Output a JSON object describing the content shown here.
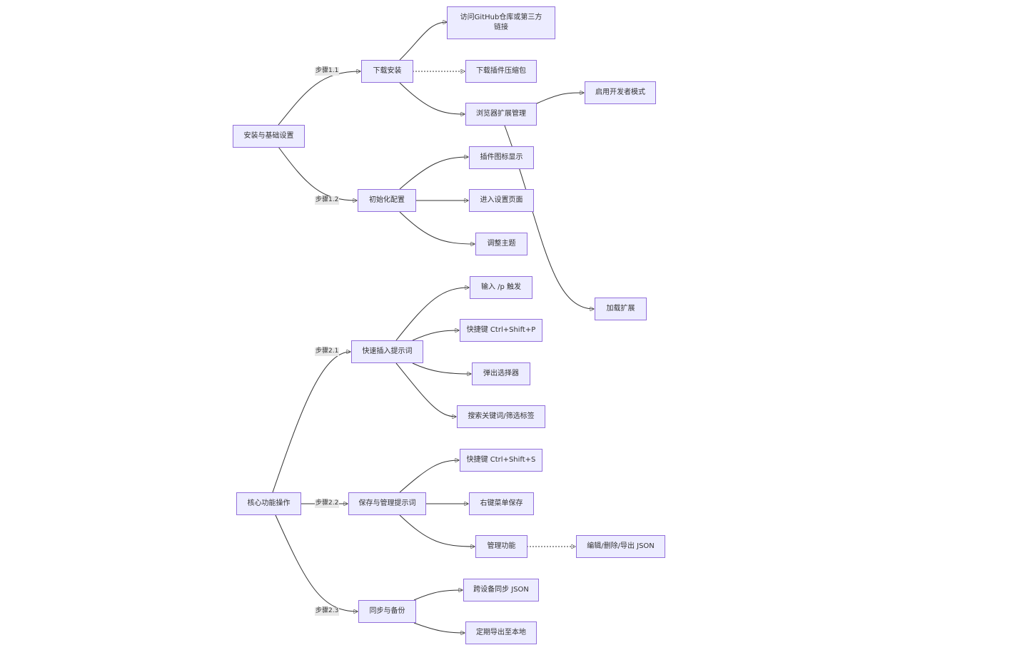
{
  "nodes": {
    "root1": "安装与基础设置",
    "root2": "核心功能操作",
    "download": "下载安装",
    "init": "初始化配置",
    "github": "访问GitHub仓库或第三方链接",
    "zip": "下载插件压缩包",
    "extmgr": "浏览器扩展管理",
    "devmode": "启用开发者模式",
    "loadext": "加载扩展",
    "icon": "插件图标显示",
    "settings": "进入设置页面",
    "theme": "调整主题",
    "quick": "快速插入提示词",
    "save": "保存与管理提示词",
    "sync": "同步与备份",
    "typep": "输入 /p 触发",
    "ctrlp": "快捷键 Ctrl+Shift+P",
    "picker": "弹出选择器",
    "search": "搜索关键词/筛选标签",
    "ctrls": "快捷键 Ctrl+Shift+S",
    "rclick": "右键菜单保存",
    "manage": "管理功能",
    "edit": "编辑/删除/导出 JSON",
    "xsync": "跨设备同步 JSON",
    "export": "定期导出至本地"
  },
  "edge_labels": {
    "s11": "步骤1.1",
    "s12": "步骤1.2",
    "s21": "步骤2.1",
    "s22": "步骤2.2",
    "s23": "步骤2.3"
  }
}
